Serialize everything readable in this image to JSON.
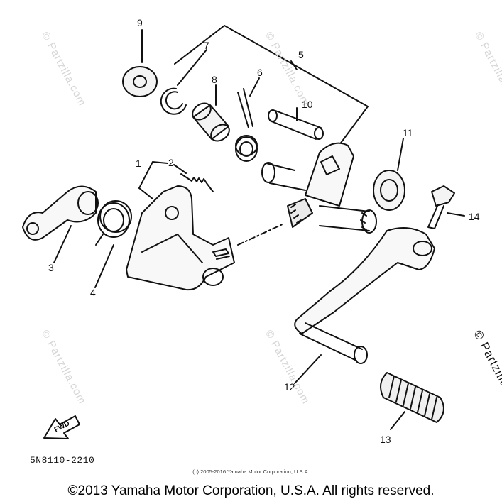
{
  "callouts": {
    "c1": "1",
    "c2": "2",
    "c3": "3",
    "c4": "4",
    "c5": "5",
    "c6": "6",
    "c7": "7",
    "c8": "8",
    "c9": "9",
    "c10": "10",
    "c11": "11",
    "c12": "12",
    "c13": "13",
    "c14": "14"
  },
  "watermark": "© Partzilla.com",
  "fwd_label": "FWD",
  "part_code": "5N8110-2210",
  "small_copyright": "(c) 2005-2016 Yamaha Motor Corporation, U.S.A.",
  "main_copyright": "©2013 Yamaha Motor Corporation, U.S.A. All rights reserved."
}
